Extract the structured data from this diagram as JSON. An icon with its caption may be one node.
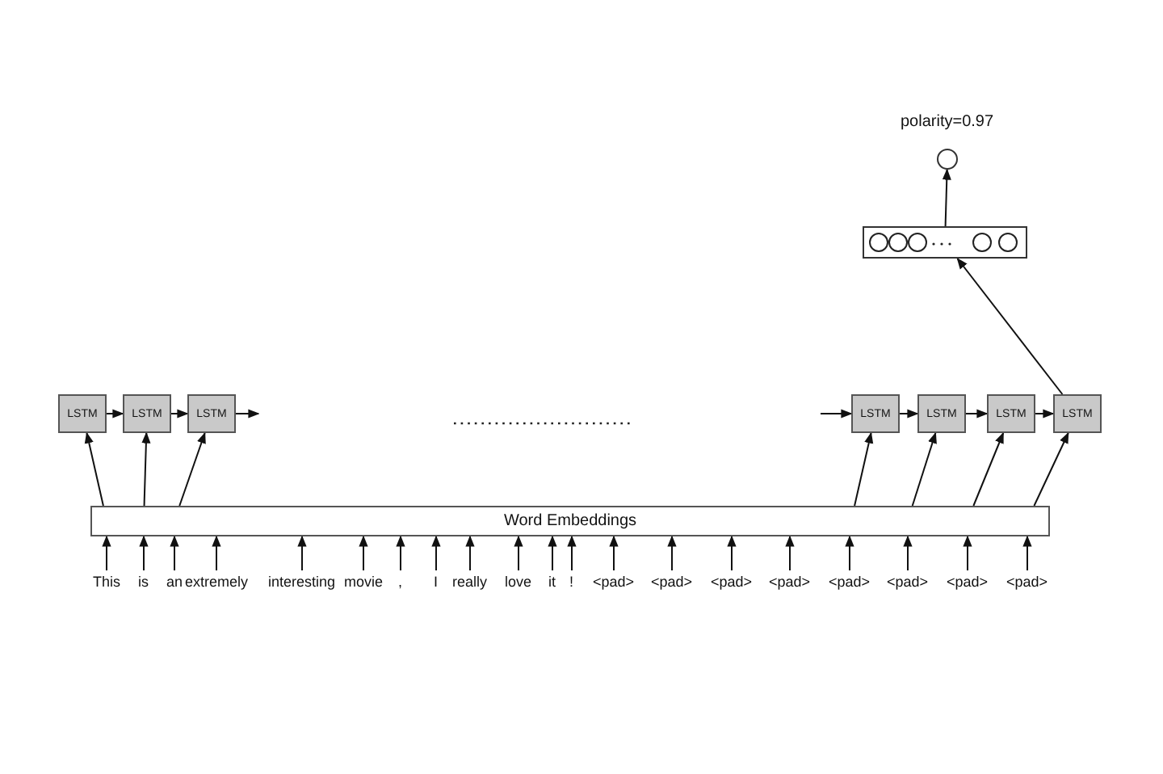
{
  "diagram": {
    "nodes": [
      {
        "text": [],
        "shape": "circle",
        "beside": [
          "polarity=0.97"
        ]
      },
      {
        "text": [],
        "shape": "box"
      },
      {
        "text": [
          "LSTM"
        ]
      },
      {
        "text": [
          "LSTM"
        ]
      },
      {
        "text": [
          "LSTM"
        ]
      },
      {
        "text": [
          "LSTM"
        ]
      },
      {
        "text": [
          "LSTM"
        ]
      },
      {
        "text": [
          "LSTM"
        ]
      },
      {
        "text": [
          "LSTM"
        ]
      },
      {
        "text": [
          "Word Embeddings"
        ]
      },
      {
        "text": [
          "This"
        ]
      },
      {
        "text": [
          "is"
        ]
      },
      {
        "text": [
          "an"
        ]
      },
      {
        "text": [
          "extremely"
        ]
      },
      {
        "text": [
          "interesting"
        ]
      },
      {
        "text": [
          "movie"
        ]
      },
      {
        "text": [
          ","
        ]
      },
      {
        "text": [
          "I"
        ]
      },
      {
        "text": [
          "really"
        ]
      },
      {
        "text": [
          "love"
        ]
      },
      {
        "text": [
          "it"
        ]
      },
      {
        "text": [
          "!"
        ]
      },
      {
        "text": [
          "<pad>"
        ]
      },
      {
        "text": [
          "<pad>"
        ]
      },
      {
        "text": [
          "<pad>"
        ]
      },
      {
        "text": [
          "<pad>"
        ]
      },
      {
        "text": [
          "<pad>"
        ]
      },
      {
        "text": [
          "<pad>"
        ]
      },
      {
        "text": [
          "<pad>"
        ]
      },
      {
        "text": [
          "<pad>"
        ]
      }
    ],
    "edges": [
      {
        "from": 10,
        "to": 9,
        "arrow": "to"
      },
      {
        "from": 11,
        "to": 9,
        "arrow": "to"
      },
      {
        "from": 12,
        "to": 9,
        "arrow": "to"
      },
      {
        "from": 13,
        "to": 9,
        "arrow": "to"
      },
      {
        "from": 14,
        "to": 9,
        "arrow": "to"
      },
      {
        "from": 15,
        "to": 9,
        "arrow": "to"
      },
      {
        "from": 16,
        "to": 9,
        "arrow": "to"
      },
      {
        "from": 17,
        "to": 9,
        "arrow": "to"
      },
      {
        "from": 18,
        "to": 9,
        "arrow": "to"
      },
      {
        "from": 19,
        "to": 9,
        "arrow": "to"
      },
      {
        "from": 20,
        "to": 9,
        "arrow": "to"
      },
      {
        "from": 21,
        "to": 9,
        "arrow": "to"
      },
      {
        "from": 22,
        "to": 9,
        "arrow": "to"
      },
      {
        "from": 23,
        "to": 9,
        "arrow": "to"
      },
      {
        "from": 24,
        "to": 9,
        "arrow": "to"
      },
      {
        "from": 25,
        "to": 9,
        "arrow": "to"
      },
      {
        "from": 26,
        "to": 9,
        "arrow": "to"
      },
      {
        "from": 27,
        "to": 9,
        "arrow": "to"
      },
      {
        "from": 28,
        "to": 9,
        "arrow": "to"
      },
      {
        "from": 29,
        "to": 9,
        "arrow": "to"
      },
      {
        "from": 9,
        "to": 2,
        "arrow": "to"
      },
      {
        "from": 9,
        "to": 3,
        "arrow": "to"
      },
      {
        "from": 9,
        "to": 4,
        "arrow": "to"
      },
      {
        "from": 9,
        "to": 5,
        "arrow": "to"
      },
      {
        "from": 9,
        "to": 6,
        "arrow": "to"
      },
      {
        "from": 9,
        "to": 7,
        "arrow": "to"
      },
      {
        "from": 9,
        "to": 8,
        "arrow": "to"
      },
      {
        "from": 2,
        "to": 3,
        "arrow": "to"
      },
      {
        "from": 3,
        "to": 4,
        "arrow": "to"
      },
      {
        "from": 4,
        "to": null,
        "arrow": "to"
      },
      {
        "from": null,
        "to": 5,
        "arrow": "to"
      },
      {
        "from": 5,
        "to": 6,
        "arrow": "to"
      },
      {
        "from": 6,
        "to": 7,
        "arrow": "to"
      },
      {
        "from": 7,
        "to": 8,
        "arrow": "to"
      },
      {
        "from": 8,
        "to": 1,
        "arrow": "to"
      },
      {
        "from": 1,
        "to": 0,
        "arrow": "to"
      }
    ]
  }
}
